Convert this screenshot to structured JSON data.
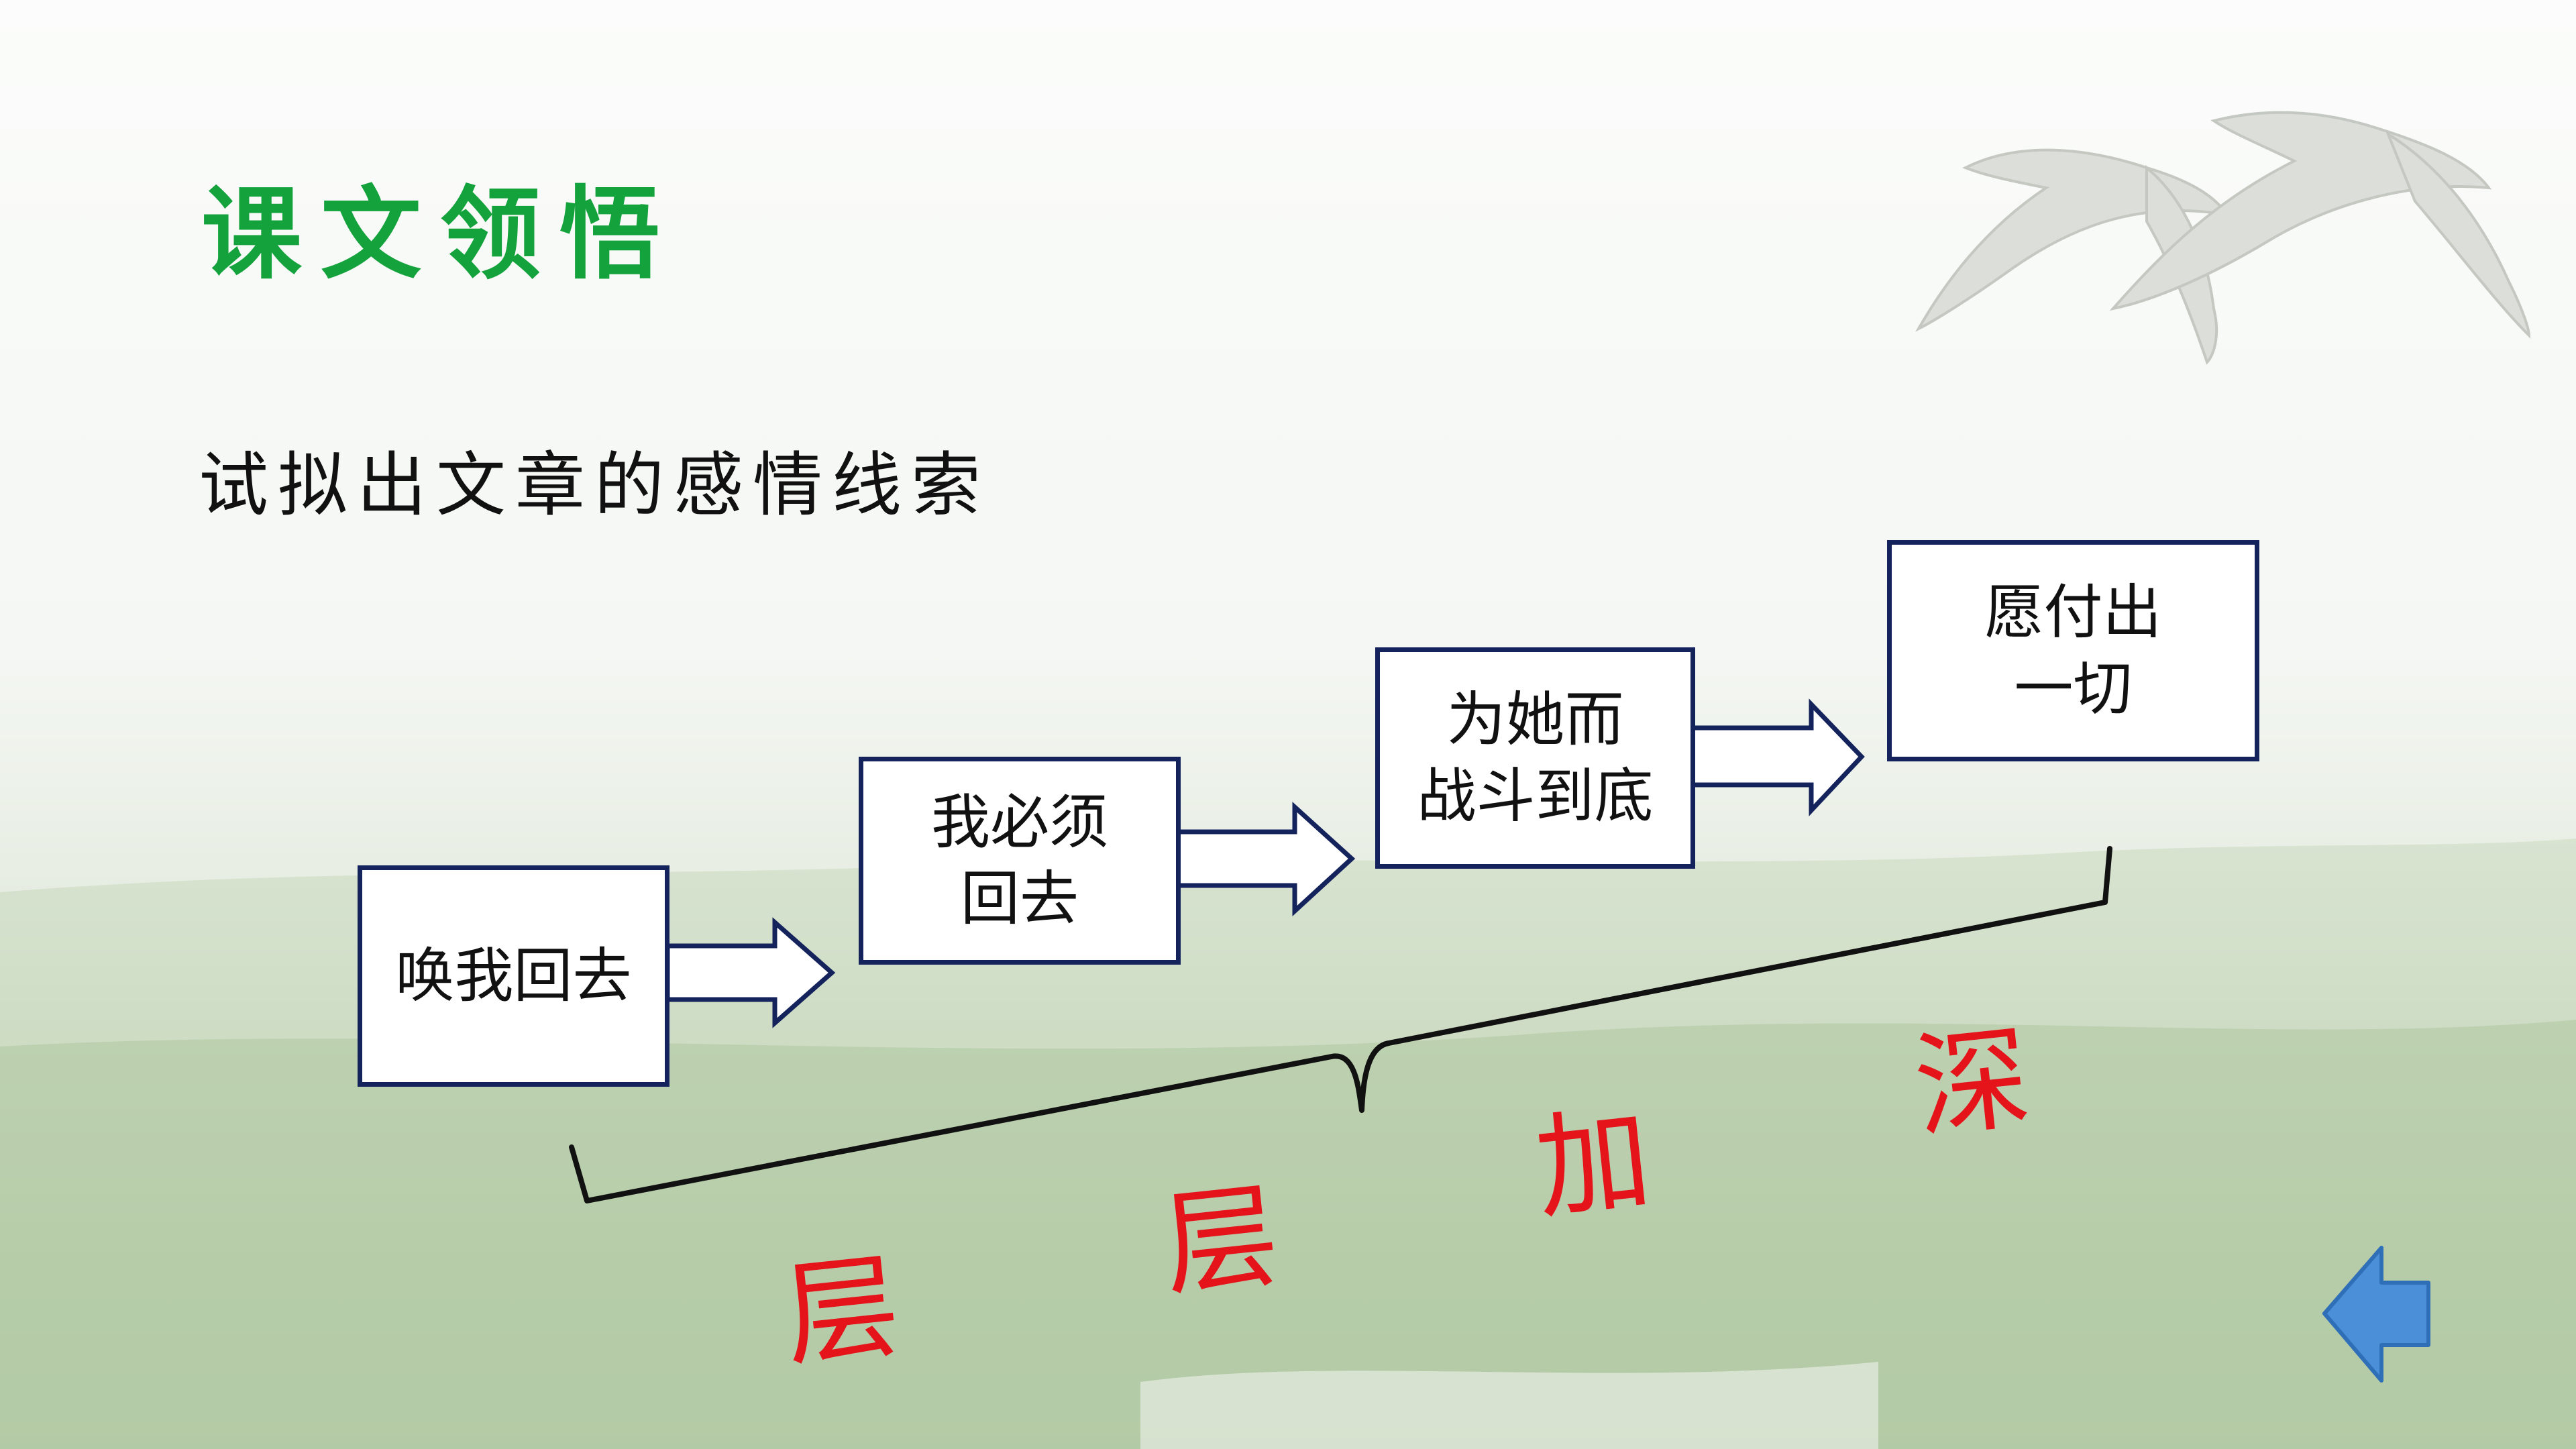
{
  "slide": {
    "title": "课文领悟",
    "question": "试拟出文章的感情线索"
  },
  "flow": {
    "steps": [
      {
        "label": "唤我回去"
      },
      {
        "label": "我必须\n回去"
      },
      {
        "label": "为她而\n战斗到底"
      },
      {
        "label": "愿付出\n一切"
      }
    ]
  },
  "deepening": {
    "chars": [
      "层",
      "层",
      "加",
      "深"
    ]
  },
  "colors": {
    "title": "#14a23c",
    "box_border": "#14235c",
    "deepening_text": "#e5141b",
    "back_button": "#4a8fd8"
  },
  "icons": {
    "birds": "flying-geese-illustration",
    "back": "left-arrow-icon"
  }
}
